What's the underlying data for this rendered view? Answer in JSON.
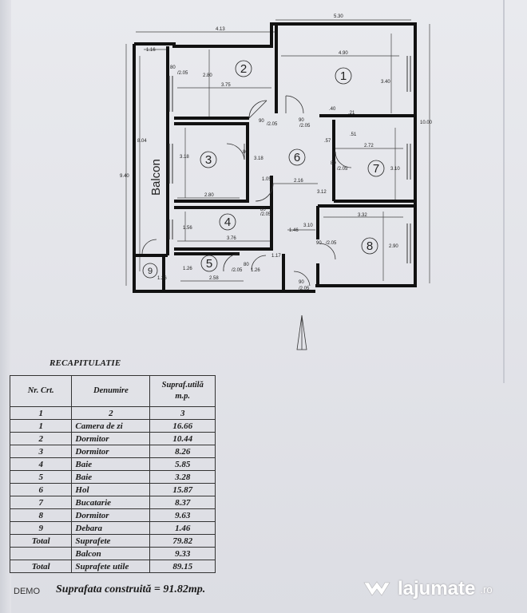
{
  "plan": {
    "rooms": [
      {
        "id": "room-1",
        "label": "1"
      },
      {
        "id": "room-2",
        "label": "2"
      },
      {
        "id": "room-3",
        "label": "3"
      },
      {
        "id": "room-4",
        "label": "4"
      },
      {
        "id": "room-5",
        "label": "5"
      },
      {
        "id": "room-6",
        "label": "6"
      },
      {
        "id": "room-7",
        "label": "7"
      },
      {
        "id": "room-8",
        "label": "8"
      },
      {
        "id": "room-9",
        "label": "9"
      }
    ],
    "balcony_label": "Balcon",
    "dims": {
      "top_left": "4.13",
      "top_right": "5.30",
      "right_total": "10.00",
      "left_total": "9.40",
      "balcony_depth": "8.04",
      "balcony_top": "1.16",
      "r1_width": "4.90",
      "r1_height": "3.40",
      "r2_width": "3.75",
      "r2_height": "2.80",
      "r3_width": "2.80",
      "r3_height": "3.18",
      "r4_width": "3.76",
      "r4_height": "1.56",
      "r5_width": "2.58",
      "r5_height": "1.26",
      "r6_width": "2.16",
      "r6_height": "3.18",
      "r7_width": "2.72",
      "r7_height": "3.10",
      "r8_width": "3.32",
      "r8_height": "2.90",
      "r9_height": "1.26",
      "hall_a": "1.05",
      "hall_b": "3.12",
      "hall_c": "1.46",
      "hall_d": "3.10",
      "hall_e": "1.17",
      "hall_f": "1.26",
      "hall_g": ".40",
      "hall_h": ".21",
      "hall_i": ".51",
      "hall_j": ".57",
      "door_90": "90",
      "door_80": "80",
      "door_height": "/2.05"
    }
  },
  "recap": {
    "title": "RECAPITULATIE",
    "headers": [
      "Nr. Crt.",
      "Denumire",
      "Supraf.utilă m.p."
    ],
    "index_row": [
      "1",
      "2",
      "3"
    ],
    "rows": [
      [
        "1",
        "Camera de zi",
        "16.66"
      ],
      [
        "2",
        "Dormitor",
        "10.44"
      ],
      [
        "3",
        "Dormitor",
        "8.26"
      ],
      [
        "4",
        "Baie",
        "5.85"
      ],
      [
        "5",
        "Baie",
        "3.28"
      ],
      [
        "6",
        "Hol",
        "15.87"
      ],
      [
        "7",
        "Bucatarie",
        "8.37"
      ],
      [
        "8",
        "Dormitor",
        "9.63"
      ],
      [
        "9",
        "Debara",
        "1.46"
      ],
      [
        "Total",
        "Suprafete",
        "79.82"
      ],
      [
        "",
        "Balcon",
        "9.33"
      ],
      [
        "Total",
        "Suprafete utile",
        "89.15"
      ]
    ]
  },
  "footer": {
    "demo": "DEMO",
    "built_area": "Suprafata construită = 91.82mp."
  },
  "watermark": {
    "brand": "lajumate",
    "tld": ".ro"
  }
}
